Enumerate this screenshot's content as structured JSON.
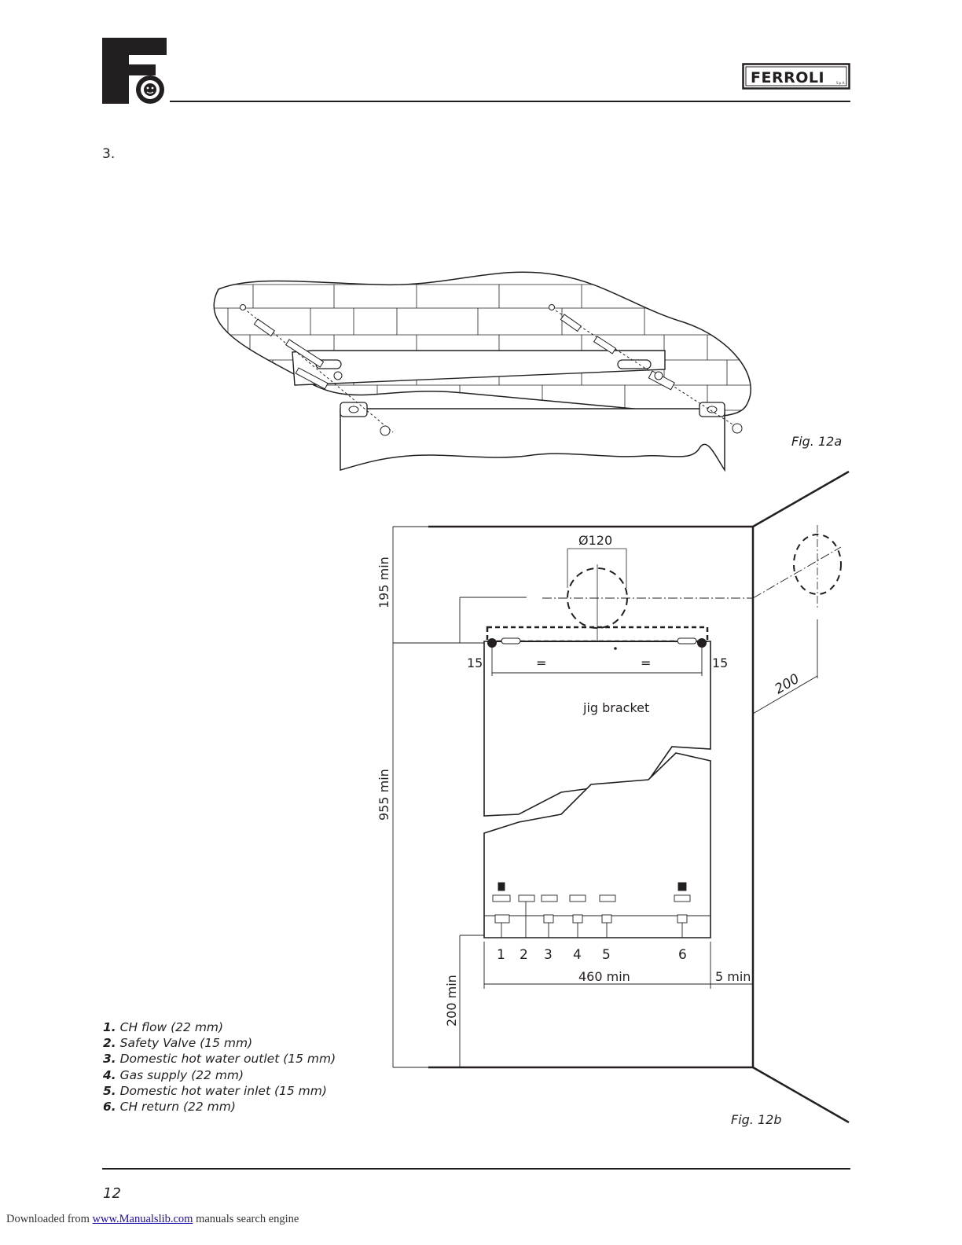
{
  "header": {
    "brand": "FERROLI",
    "brand_suffix": "S.p.A."
  },
  "step_number": "3.",
  "fig12a": {
    "caption": "Fig. 12a"
  },
  "fig12b": {
    "caption": "Fig. 12b",
    "labels": {
      "flue_diameter": "Ø120",
      "top_clearance": "195 min",
      "height_clearance": "955 min",
      "bottom_clearance": "200 min",
      "left_offset": "15",
      "right_offset": "15",
      "equal_left": "=",
      "equal_right": "=",
      "jig": "jig bracket",
      "side_distance": "200",
      "width": "460 min",
      "side_clearance": "5 min",
      "connections": [
        "1",
        "2",
        "3",
        "4",
        "5",
        "6"
      ]
    }
  },
  "legend": [
    {
      "num": "1.",
      "text": "CH flow (22 mm)"
    },
    {
      "num": "2.",
      "text": "Safety Valve (15 mm)"
    },
    {
      "num": "3.",
      "text": "Domestic hot water outlet (15 mm)"
    },
    {
      "num": "4.",
      "text": "Gas supply (22 mm)"
    },
    {
      "num": "5.",
      "text": "Domestic hot water inlet (15 mm)"
    },
    {
      "num": "6.",
      "text": "CH return (22 mm)"
    }
  ],
  "footer": {
    "page_number": "12",
    "download_prefix": "Downloaded from",
    "download_link": "www.Manualslib.com",
    "download_suffix": "manuals search engine"
  }
}
